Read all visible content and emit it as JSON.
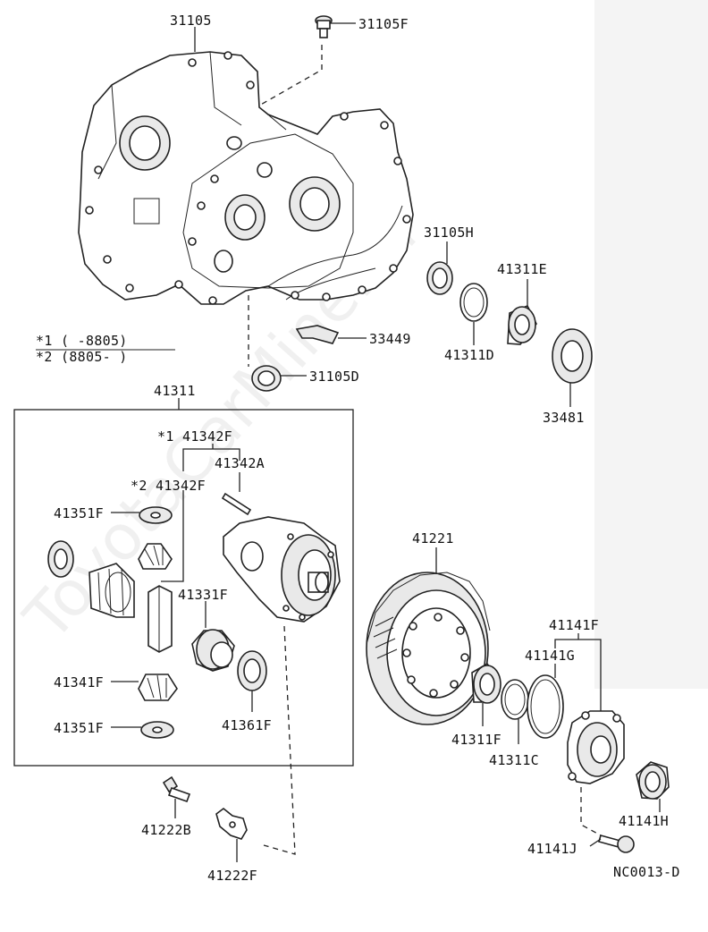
{
  "diagram": {
    "code": "NC0013-D",
    "watermark": "ToyotaCarMine.ru",
    "notes": {
      "n1": "*1 (       -8805)",
      "n2": "*2 (8805-        )"
    },
    "labels": {
      "p31105": "31105",
      "p31105F": "31105F",
      "p31105H": "31105H",
      "p41311E": "41311E",
      "p33449": "33449",
      "p41311D": "41311D",
      "p31105D": "31105D",
      "p33481": "33481",
      "p41311": "41311",
      "p41342F_1": "*1 41342F",
      "p41342A": "41342A",
      "p41342F_2": "*2 41342F",
      "p41351F_a": "41351F",
      "p41331F": "41331F",
      "p41341F": "41341F",
      "p41351F_b": "41351F",
      "p41361F": "41361F",
      "p41221": "41221",
      "p41141F": "41141F",
      "p41141G": "41141G",
      "p41311F": "41311F",
      "p41311C": "41311C",
      "p41222B": "41222B",
      "p41222F": "41222F",
      "p41141H": "41141H",
      "p41141J": "41141J"
    }
  }
}
